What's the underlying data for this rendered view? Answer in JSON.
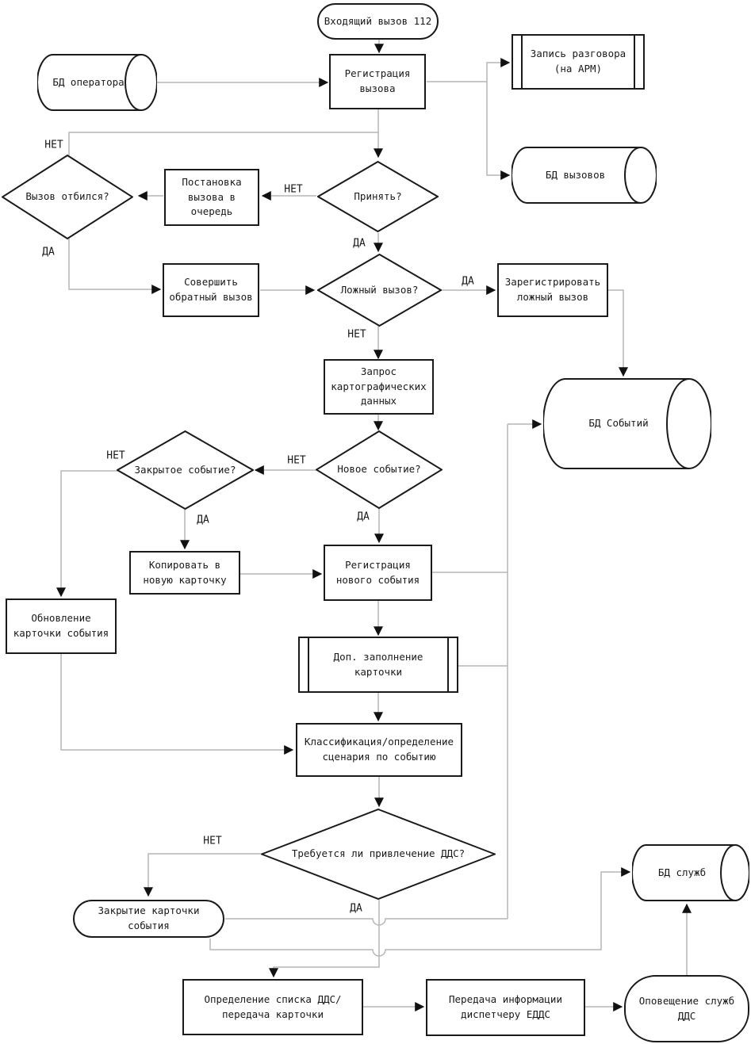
{
  "colors": {
    "wire": "#b5b5b5",
    "shape_border": "#1a1a1a",
    "arrowhead": "#111111",
    "background": "#ffffff"
  },
  "labels": {
    "yes": "ДА",
    "no": "НЕТ"
  },
  "nodes": {
    "start": "Входящий вызов 112",
    "registration": "Регистрация\nвызова",
    "record_call": "Запись разговора\n(на АРМ)",
    "db_calls": "БД вызовов",
    "db_operator": "БД оператора",
    "accept": "Принять?",
    "queue": "Постановка\nвызова в\nочередь",
    "call_dropped": "Вызов отбился?",
    "callback": "Совершить\nобратный вызов",
    "false_call": "Ложный вызов?",
    "register_false": "Зарегистрировать\nложный вызов",
    "map_request": "Запрос\nкартографических\nданных",
    "db_events": "БД Событий",
    "new_event": "Новое событие?",
    "closed_event": "Закрытое событие?",
    "copy_card": "Копировать в\nновую карточку",
    "register_event": "Регистрация\nнового события",
    "update_card": "Обновление\nкарточки события",
    "fill_card": "Доп. заполнение\nкарточки",
    "classify": "Классификация/определение\nсценария по событию",
    "need_dds": "Требуется ли привлечение ДДС?",
    "close_card": "Закрытие карточки\nсобытия",
    "db_services": "БД служб",
    "dds_list": "Определение списка ДДС/\nпередача карточки",
    "transfer_info": "Передача информации\nдиспетчеру ЕДДС",
    "notify_dds": "Оповещение служб\nДДС"
  }
}
